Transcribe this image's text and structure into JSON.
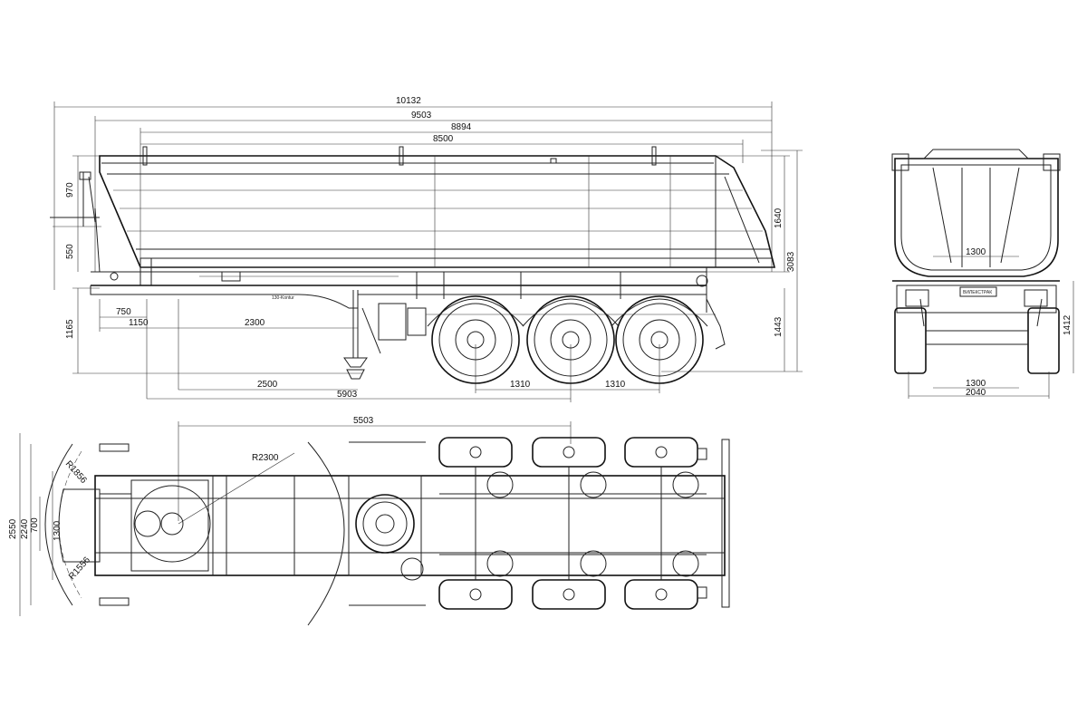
{
  "side_view": {
    "dims": {
      "overall_length": "10132",
      "body_length_total": "9503",
      "body_length": "8894",
      "platform_length": "8500",
      "front_wall_height": "970",
      "front_lower_height": "550",
      "body_height": "1640",
      "total_height": "3083",
      "kingpin_offset": "750",
      "front_to_leg": "1150",
      "leg_span": "2300",
      "coupling_height": "1165",
      "kingpin_to_axle": "2500",
      "kingpin_to_center": "5903",
      "axle_spacing_1": "1310",
      "axle_spacing_2": "1310",
      "frame_height": "1443"
    },
    "labels": {
      "plate_text": "130-Kontur"
    }
  },
  "rear_view": {
    "dims": {
      "inner_width_top": "1300",
      "track_width": "1300",
      "overall_width": "2040",
      "deck_height": "1412"
    },
    "labels": {
      "rear_plate": "ВИЛЕКСТРАК"
    }
  },
  "top_view": {
    "dims": {
      "kingpin_to_axle_top": "5503",
      "turn_radius": "R2300",
      "front_radius": "R1856",
      "front_radius_2": "R1556",
      "overall_width": "2550",
      "frame_width": "2240",
      "kingpin_plate": "700",
      "inner_width": "1300"
    }
  }
}
